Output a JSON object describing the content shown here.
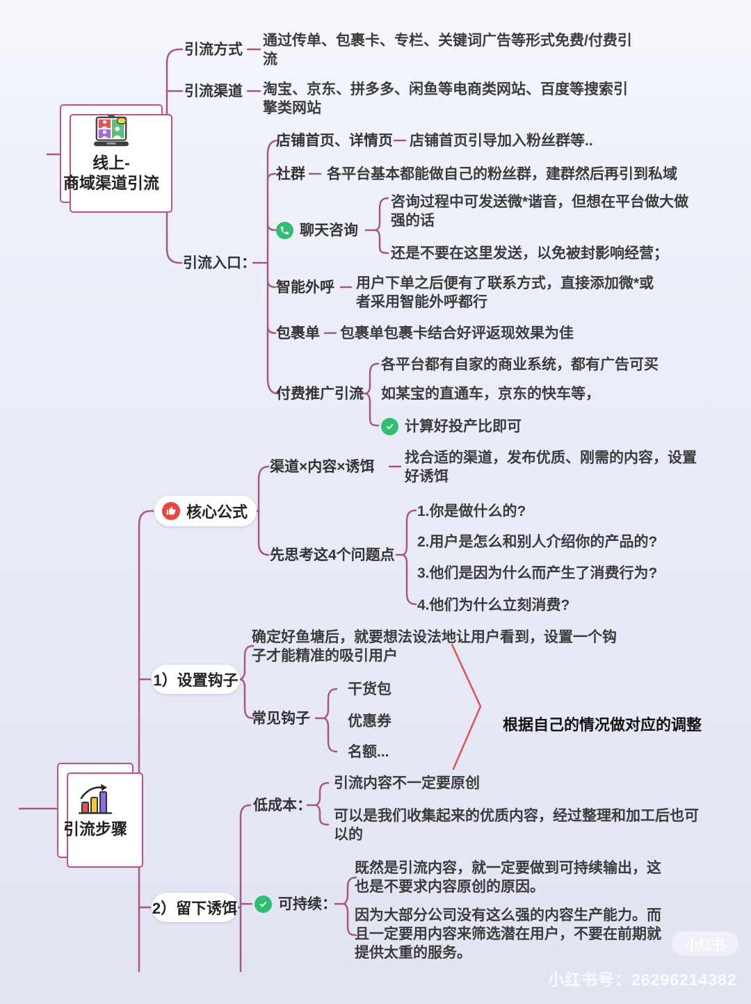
{
  "colors": {
    "branch_line": "#a7567c",
    "node_border": "#c04f86",
    "text": "#3c3c3c",
    "green_badge": "#2fbe72",
    "red_badge": "#e8453c",
    "chevron_red": "#e05252",
    "bar_red": "#e2574c",
    "bar_yellow": "#f5c542",
    "bar_purple": "#8b6ce8"
  },
  "icons": {
    "root1": "laptop-video-call-icon",
    "root2": "bar-chart-growth-icon",
    "chat": "phone-icon",
    "formula": "thumbs-up-badge-icon",
    "check": "check-circle-icon"
  },
  "tree1": {
    "root": "线上-\n商域渠道引流",
    "b1": {
      "label": "引流方式",
      "desc": "通过传单、包裹卡、专栏、关键词广告等形式免费/付费引流"
    },
    "b2": {
      "label": "引流渠道",
      "desc": "淘宝、京东、拼多多、闲鱼等电商类网站、百度等搜索引擎类网站"
    },
    "b3": {
      "label": "引流入口：",
      "c1": {
        "label": "店铺首页、详情页",
        "desc": "店铺首页引导加入粉丝群等.."
      },
      "c2": {
        "label": "社群",
        "desc": "各平台基本都能做自己的粉丝群，建群然后再引到私域"
      },
      "c3": {
        "label": "聊天咨询",
        "item1": "咨询过程中可发送微*谐音，但想在平台做大做强的话",
        "item2": "还是不要在这里发送，以免被封影响经营；"
      },
      "c4": {
        "label": "智能外呼",
        "desc": "用户下单之后便有了联系方式，直接添加微*或者采用智能外呼都行"
      },
      "c5": {
        "label": "包裹单",
        "desc": "包裹单包裹卡结合好评返现效果为佳"
      },
      "c6": {
        "label": "付费推广引流",
        "item1": "各平台都有自家的商业系统，都有广告可买",
        "item2": "如某宝的直通车，京东的快车等，",
        "item3": "计算好投产比即可"
      }
    }
  },
  "tree2": {
    "root": "引流步骤",
    "b1": {
      "label": "核心公式",
      "c1": {
        "label": "渠道×内容×诱饵",
        "desc": "找合适的渠道，发布优质、刚需的内容，设置好诱饵"
      },
      "c2": {
        "label": "先思考这4个问题点",
        "q1": "1.你是做什么的?",
        "q2": "2.用户是怎么和别人介绍你的产品的?",
        "q3": "3.他们是因为什么而产生了消费行为?",
        "q4": "4.他们为什么立刻消费?"
      }
    },
    "b2": {
      "label": "1）设置钩子",
      "desc": "确定好鱼塘后，就要想法设法地让用户看到，设置一个钩子才能精准的吸引用户",
      "hooks": {
        "label": "常见钩子",
        "h1": "干货包",
        "h2": "优惠券",
        "h3": "名额...",
        "note": "根据自己的情况做对应的调整"
      }
    },
    "b3": {
      "label": "2）留下诱饵",
      "lowcost": {
        "label": "低成本：",
        "item1": "引流内容不一定要原创",
        "item2": "可以是我们收集起来的优质内容，经过整理和加工后也可以的"
      },
      "sustain": {
        "label": "可持续：",
        "item1": "既然是引流内容，就一定要做到可持续输出，这也是不要求内容原创的原因。",
        "item2": "因为大部分公司没有这么强的内容生产能力。而且一定要用内容来筛选潜在用户，不要在前期就提供太重的服务。"
      }
    }
  },
  "watermark": {
    "badge": "小红书",
    "uid": "小红书号：26296214382"
  }
}
